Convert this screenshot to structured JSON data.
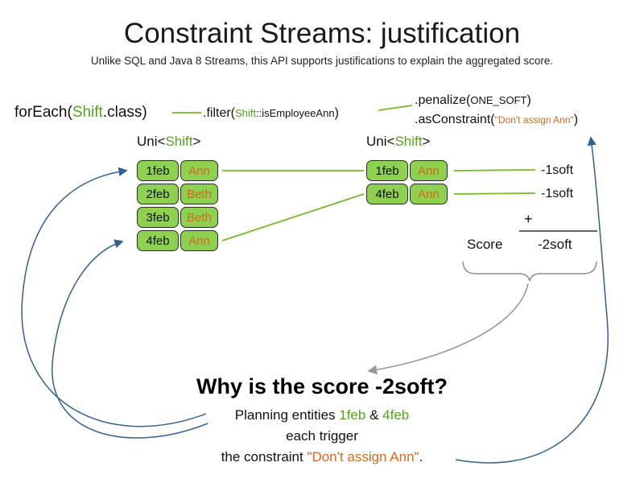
{
  "title": "Constraint Streams: justification",
  "subtitle": "Unlike SQL and Java 8 Streams, this API supports justifications to explain the aggregated score.",
  "code": {
    "foreach_pre": "forEach(",
    "foreach_class": "Shift",
    "foreach_post": ".class)",
    "filter_pre": ".filter(",
    "filter_shift": "Shift",
    "filter_rest": "::isEmployeeAnn",
    "filter_post": ")",
    "penalize_pre": ".penalize(",
    "penalize_arg": "ONE_SOFT",
    "penalize_post": ")",
    "asconstraint_pre": ".asConstraint(",
    "asconstraint_arg": "\"Don't assign Ann\"",
    "asconstraint_post": ")"
  },
  "uni_label": {
    "pre": "Uni<",
    "type": "Shift",
    "post": ">"
  },
  "left_table": {
    "rows": [
      {
        "date": "1feb",
        "name": "Ann"
      },
      {
        "date": "2feb",
        "name": "Beth"
      },
      {
        "date": "3feb",
        "name": "Beth"
      },
      {
        "date": "4feb",
        "name": "Ann"
      }
    ]
  },
  "right_table": {
    "rows": [
      {
        "date": "1feb",
        "name": "Ann"
      },
      {
        "date": "4feb",
        "name": "Ann"
      }
    ]
  },
  "score": {
    "penalty1": "-1soft",
    "penalty2": "-1soft",
    "plus": "+",
    "label": "Score",
    "total": "-2soft"
  },
  "explanation": {
    "heading": "Why is the score -2soft?",
    "line1_pre": "Planning entities ",
    "line1_entity1": "1feb",
    "line1_amp": " & ",
    "line1_entity2": "4feb",
    "line2": "each trigger",
    "line3_pre": "the constraint ",
    "line3_constraint": "\"Don't assign Ann\"",
    "line3_post": "."
  },
  "colors": {
    "green_text": "#56a31c",
    "cell_fill": "#8ed04f",
    "orange_text": "#d2691e",
    "line_green": "#76b82a",
    "arrow_blue": "#33618d",
    "arrow_gray": "#9a9a9a"
  }
}
